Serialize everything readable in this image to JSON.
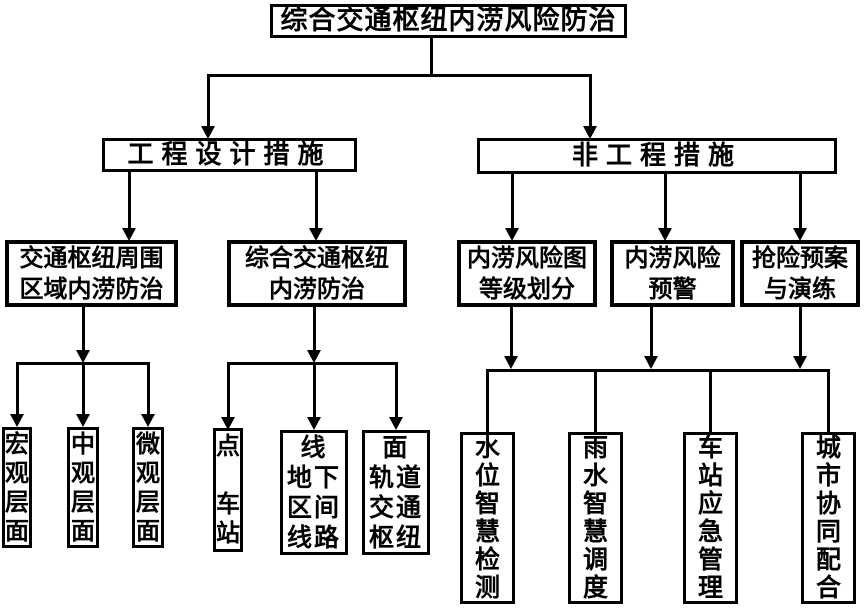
{
  "diagram": {
    "colors": {
      "line": "#000000",
      "background": "#ffffff"
    },
    "nodes": {
      "root": "综合交通枢纽内涝风险防治",
      "engineering": "工程设计措施",
      "non_engineering": "非工程措施",
      "hub_surrounding": "交通枢纽周围\n区域内涝防治",
      "hub_internal": "综合交通枢纽\n内涝防治",
      "risk_map": "内涝风险图\n等级划分",
      "risk_warning": "内涝风险\n预警",
      "rescue_drill": "抢险预案\n与演练",
      "macro": "宏\n观\n层\n面",
      "meso": "中\n观\n层\n面",
      "micro": "微\n观\n层\n面",
      "point_station": "点\n\n车\n站",
      "line_section": "线\n地下\n区间\n线路",
      "surface_hub": "面\n轨道\n交通\n枢纽",
      "water_monitor": "水\n位\n智\n慧\n检\n测",
      "rain_dispatch": "雨\n水\n智\n慧\n调\n度",
      "station_mgmt": "车\n站\n应\n急\n管\n理",
      "city_coord": "城\n市\n协\n同\n配\n合"
    },
    "edges": [
      {
        "from": "root",
        "to": [
          "engineering",
          "non_engineering"
        ]
      },
      {
        "from": "engineering",
        "to": [
          "hub_surrounding",
          "hub_internal"
        ]
      },
      {
        "from": "non_engineering",
        "to": [
          "risk_map",
          "risk_warning",
          "rescue_drill"
        ]
      },
      {
        "from": "hub_surrounding",
        "to": [
          "macro",
          "meso",
          "micro"
        ]
      },
      {
        "from": "hub_internal",
        "to": [
          "point_station",
          "line_section",
          "surface_hub"
        ]
      },
      {
        "from": "risk_map+risk_warning+rescue_drill",
        "to": [
          "water_monitor",
          "rain_dispatch",
          "station_mgmt",
          "city_coord"
        ]
      }
    ]
  }
}
